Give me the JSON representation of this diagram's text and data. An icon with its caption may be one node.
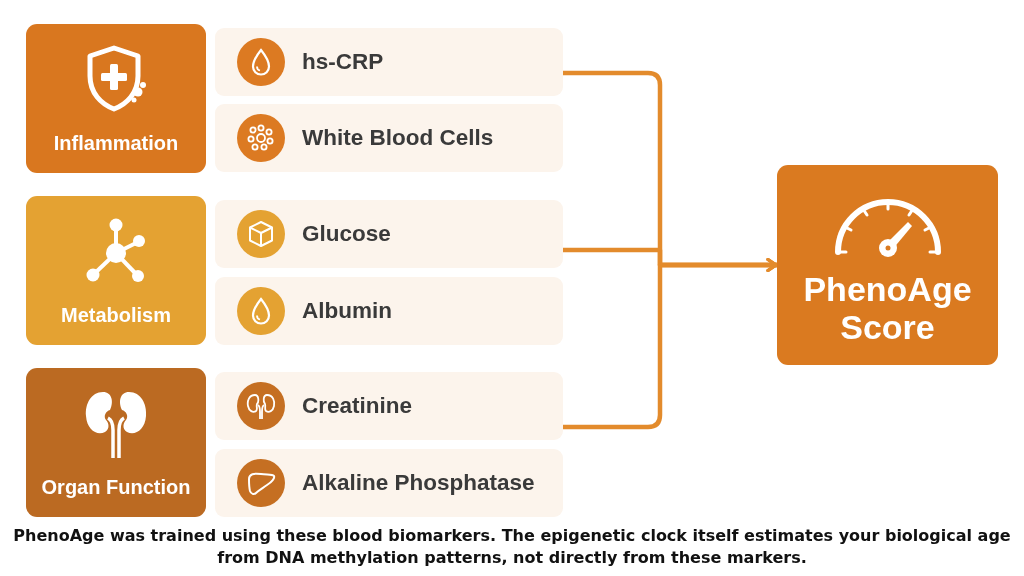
{
  "diagram": {
    "caption": "PhenoAge was trained using these blood biomarkers. The epigenetic clock itself estimates your biological age from DNA methylation patterns, not directly from these markers.",
    "nodes": [
      {
        "text": [
          "Inflammation"
        ]
      },
      {
        "text": [
          "hs-CRP"
        ]
      },
      {
        "text": [
          "White Blood Cells"
        ]
      },
      {
        "text": [
          "Metabolism"
        ]
      },
      {
        "text": [
          "Glucose"
        ]
      },
      {
        "text": [
          "Albumin"
        ]
      },
      {
        "text": [
          "Organ Function"
        ]
      },
      {
        "text": [
          "Creatinine"
        ]
      },
      {
        "text": [
          "Alkaline Phosphatase"
        ]
      },
      {
        "text": [
          "PhenoAge Score"
        ]
      }
    ],
    "edges": [
      {
        "from": 1,
        "to": 9,
        "arrow": "to"
      },
      {
        "from": 4,
        "to": 9,
        "arrow": "to"
      },
      {
        "from": 7,
        "to": 9,
        "arrow": "to"
      }
    ]
  }
}
